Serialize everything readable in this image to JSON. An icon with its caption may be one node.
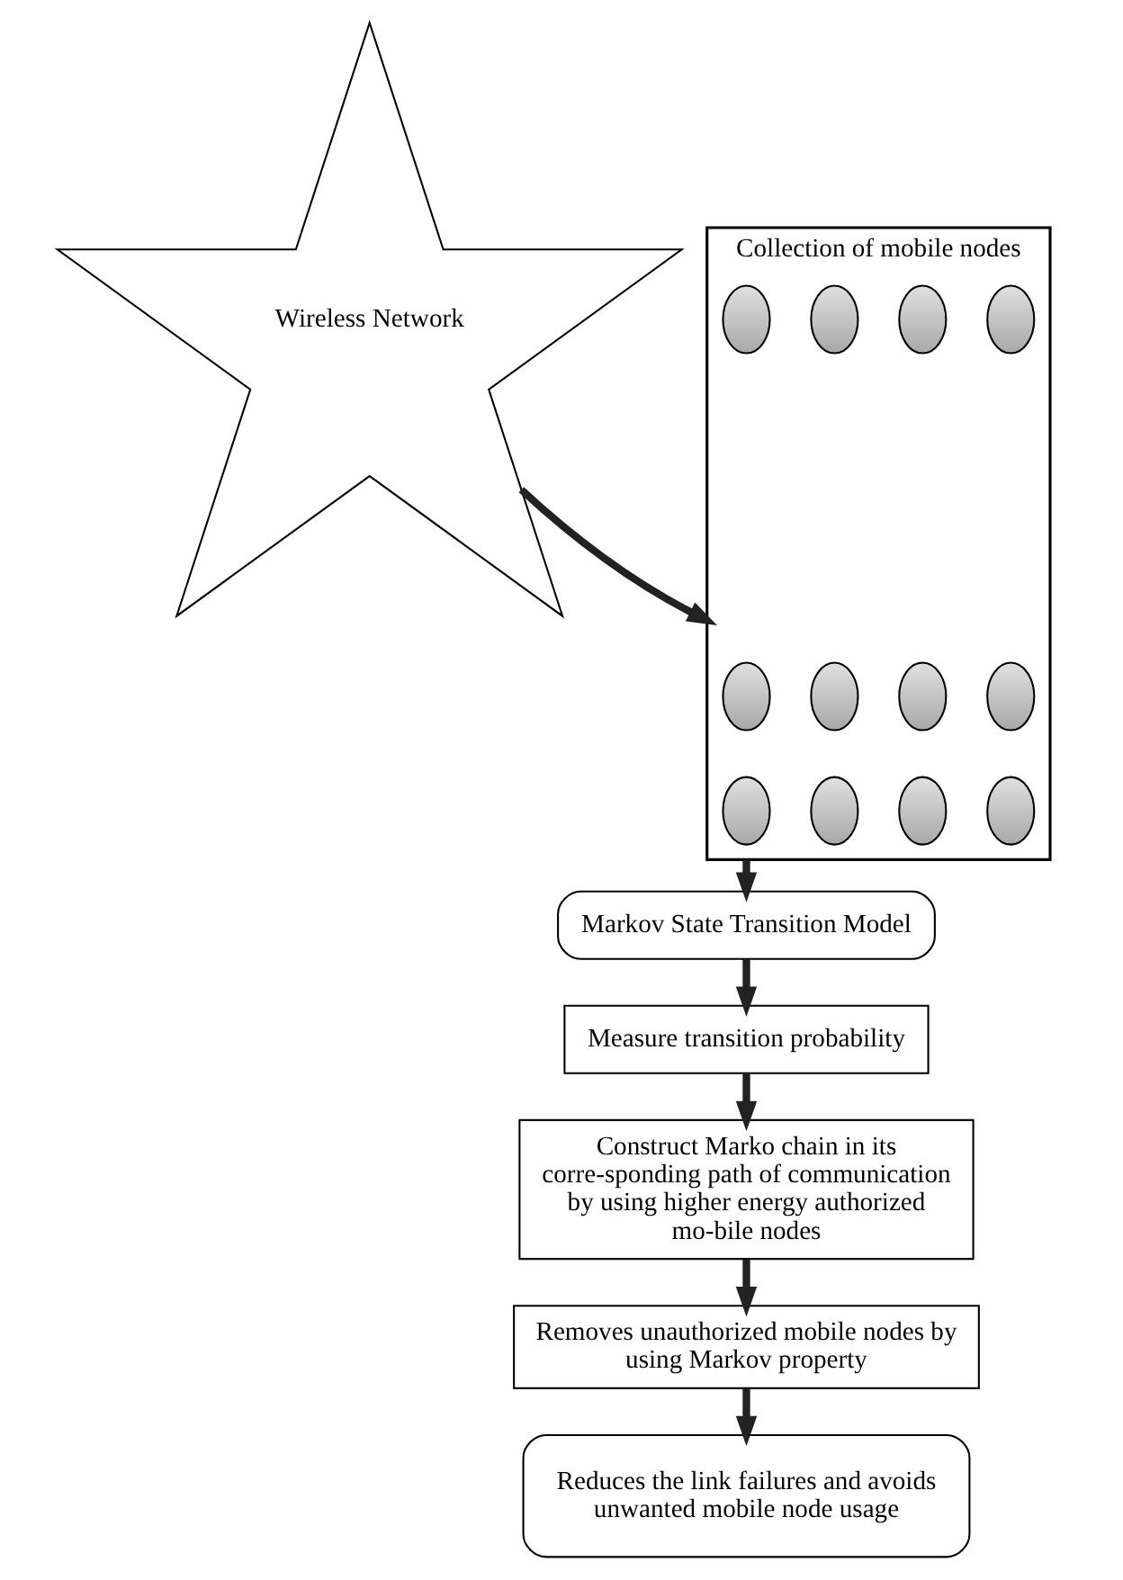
{
  "diagram": {
    "nodes": [
      {
        "text": [
          "Wireless Network"
        ]
      },
      {
        "text": [
          "Collection of mobile nodes"
        ]
      },
      {
        "text": [],
        "shape": "ellipse",
        "in": 1
      },
      {
        "text": [],
        "shape": "ellipse",
        "in": 1
      },
      {
        "text": [],
        "shape": "ellipse",
        "in": 1
      },
      {
        "text": [],
        "shape": "ellipse",
        "in": 1
      },
      {
        "text": [],
        "shape": "ellipse",
        "in": 1
      },
      {
        "text": [],
        "shape": "ellipse",
        "in": 1
      },
      {
        "text": [],
        "shape": "ellipse",
        "in": 1
      },
      {
        "text": [],
        "shape": "ellipse",
        "in": 1
      },
      {
        "text": [],
        "shape": "ellipse",
        "in": 1
      },
      {
        "text": [],
        "shape": "ellipse",
        "in": 1
      },
      {
        "text": [],
        "shape": "ellipse",
        "in": 1
      },
      {
        "text": [],
        "shape": "ellipse",
        "in": 1
      },
      {
        "text": [
          "Markov State Transition Model"
        ]
      },
      {
        "text": [
          "Measure transition probability"
        ]
      },
      {
        "text": [
          "Construct Marko chain in its corre-sponding path of communication by using higher energy authorized mo-bile nodes"
        ]
      },
      {
        "text": [
          "Removes unauthorized mobile nodes by using Markov property"
        ]
      },
      {
        "text": [
          "Reduces the link failures and avoids unwanted mobile node usage"
        ]
      }
    ],
    "edges": [
      {
        "from": 0,
        "to": 1,
        "arrow": "to"
      },
      {
        "from": 1,
        "to": 14,
        "arrow": "to"
      },
      {
        "from": 14,
        "to": 15,
        "arrow": "to"
      },
      {
        "from": 15,
        "to": 16,
        "arrow": "to"
      },
      {
        "from": 16,
        "to": 17,
        "arrow": "to"
      },
      {
        "from": 17,
        "to": 18,
        "arrow": "to"
      }
    ]
  }
}
